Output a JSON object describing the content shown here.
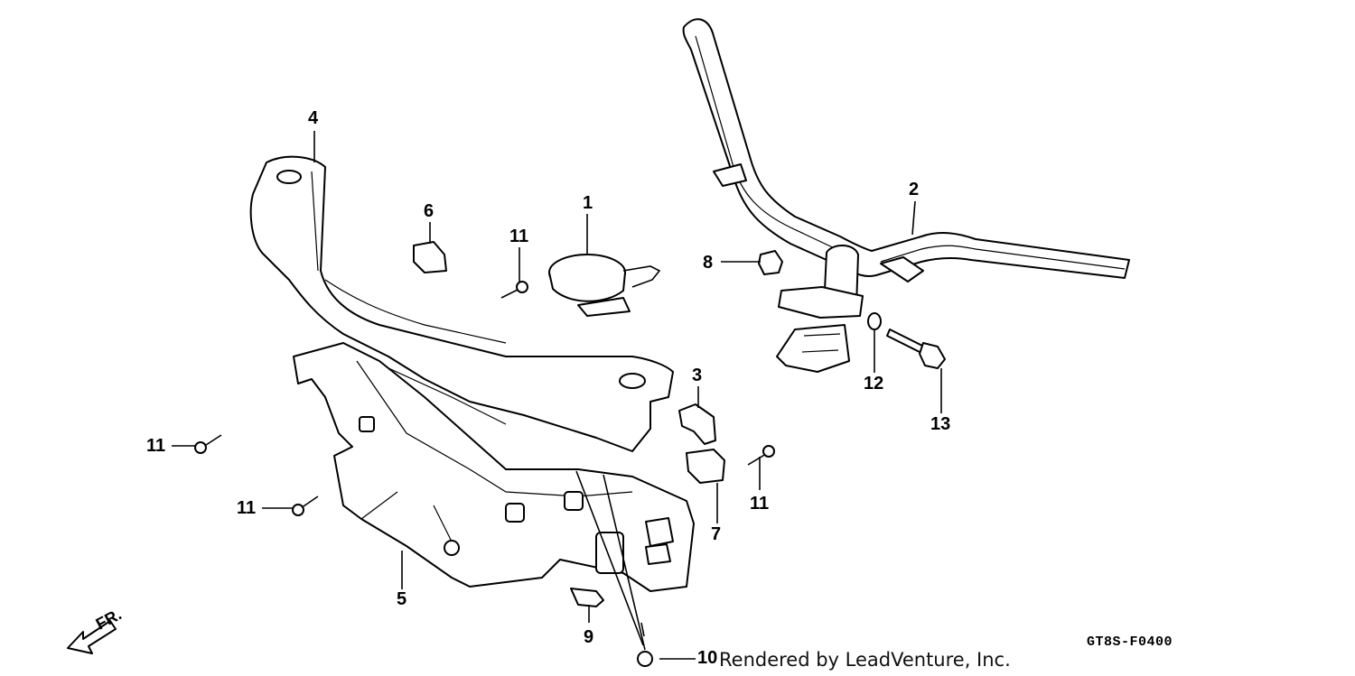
{
  "diagram": {
    "callouts": [
      {
        "id": "c1",
        "text": "1"
      },
      {
        "id": "c2",
        "text": "2"
      },
      {
        "id": "c3",
        "text": "3"
      },
      {
        "id": "c4",
        "text": "4"
      },
      {
        "id": "c5",
        "text": "5"
      },
      {
        "id": "c6",
        "text": "6"
      },
      {
        "id": "c7",
        "text": "7"
      },
      {
        "id": "c8",
        "text": "8"
      },
      {
        "id": "c9",
        "text": "9"
      },
      {
        "id": "c10",
        "text": "10"
      },
      {
        "id": "c11a",
        "text": "11"
      },
      {
        "id": "c11b",
        "text": "11"
      },
      {
        "id": "c11c",
        "text": "11"
      },
      {
        "id": "c11d",
        "text": "11"
      },
      {
        "id": "c12",
        "text": "12"
      },
      {
        "id": "c13",
        "text": "13"
      }
    ],
    "diagram_code": "GT8S-F0400",
    "credit": "Rendered by LeadVenture, Inc.",
    "front_indicator": "FR."
  }
}
